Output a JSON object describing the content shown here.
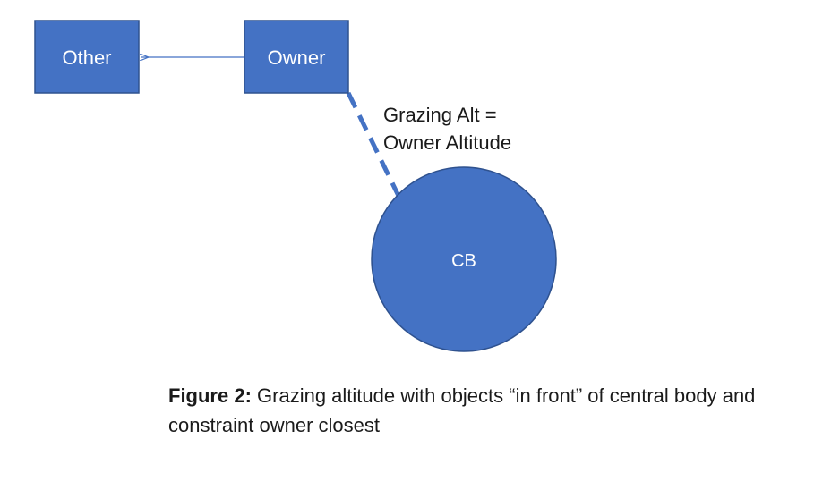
{
  "colors": {
    "node_fill": "#4472c4",
    "node_stroke": "#2f528f",
    "connector": "#4472c4",
    "text": "#1a1a1a"
  },
  "nodes": {
    "other": {
      "label": "Other",
      "shape": "rectangle"
    },
    "owner": {
      "label": "Owner",
      "shape": "rectangle"
    },
    "cb": {
      "label": "CB",
      "shape": "circle"
    }
  },
  "edges": [
    {
      "from": "owner",
      "to": "other",
      "style": "solid-arrow"
    },
    {
      "from": "owner",
      "to": "cb",
      "style": "dashed"
    }
  ],
  "annotation": {
    "line1": "Grazing Alt =",
    "line2": "Owner Altitude"
  },
  "caption": {
    "label": "Figure 2:",
    "text": " Grazing altitude with objects “in front” of central body and constraint owner closest"
  }
}
